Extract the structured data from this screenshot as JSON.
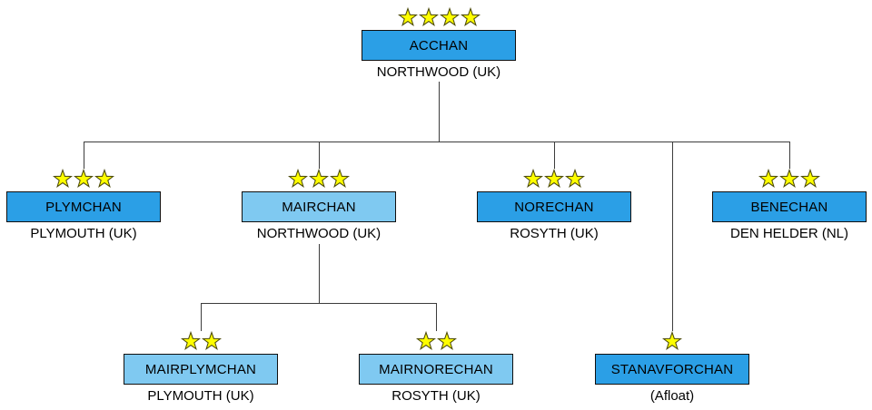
{
  "chart_data": {
    "type": "org-chart",
    "nodes": [
      {
        "name": "ACCHAN",
        "location": "NORTHWOOD (UK)",
        "stars": 4,
        "shade": "dark"
      },
      {
        "name": "PLYMCHAN",
        "location": "PLYMOUTH (UK)",
        "stars": 3,
        "shade": "dark"
      },
      {
        "name": "MAIRCHAN",
        "location": "NORTHWOOD (UK)",
        "stars": 3,
        "shade": "light"
      },
      {
        "name": "NORECHAN",
        "location": "ROSYTH (UK)",
        "stars": 3,
        "shade": "dark"
      },
      {
        "name": "BENECHAN",
        "location": "DEN HELDER (NL)",
        "stars": 3,
        "shade": "dark"
      },
      {
        "name": "MAIRPLYMCHAN",
        "location": "PLYMOUTH (UK)",
        "stars": 2,
        "shade": "light"
      },
      {
        "name": "MAIRNORECHAN",
        "location": "ROSYTH (UK)",
        "stars": 2,
        "shade": "light"
      },
      {
        "name": "STANAVFORCHAN",
        "location": "(Afloat)",
        "stars": 1,
        "shade": "dark"
      }
    ],
    "edges": [
      [
        "ACCHAN",
        "PLYMCHAN"
      ],
      [
        "ACCHAN",
        "MAIRCHAN"
      ],
      [
        "ACCHAN",
        "NORECHAN"
      ],
      [
        "ACCHAN",
        "BENECHAN"
      ],
      [
        "ACCHAN",
        "STANAVFORCHAN"
      ],
      [
        "MAIRCHAN",
        "MAIRPLYMCHAN"
      ],
      [
        "MAIRCHAN",
        "MAIRNORECHAN"
      ]
    ],
    "colors": {
      "box_dark": "#2b9fe6",
      "box_light": "#7fc9f1",
      "star_fill": "#ffff00",
      "star_stroke": "#4d4b0a",
      "line": "#3c3c3c",
      "border": "#101010",
      "text": "#000000"
    }
  }
}
